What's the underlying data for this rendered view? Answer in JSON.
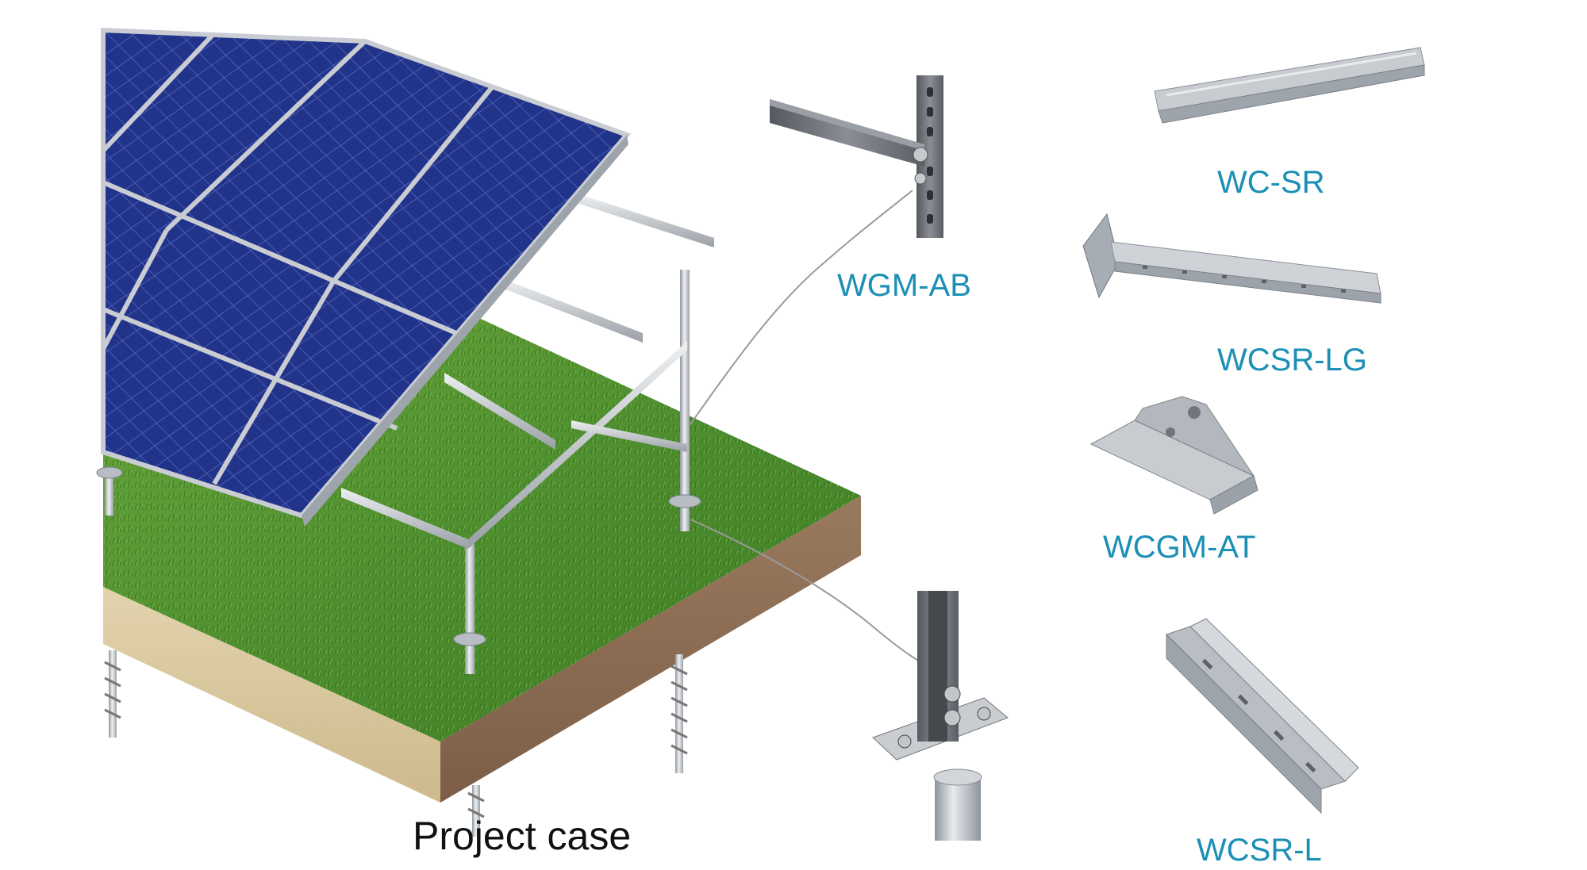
{
  "caption": "Project case",
  "parts": [
    {
      "id": "wgm-ab",
      "label": "WGM-AB"
    },
    {
      "id": "wc-sr",
      "label": "WC-SR"
    },
    {
      "id": "wcsr-lg",
      "label": "WCSR-LG"
    },
    {
      "id": "wcgm-at",
      "label": "WCGM-AT"
    },
    {
      "id": "wcsr-l",
      "label": "WCSR-L"
    }
  ],
  "colors": {
    "label_blue": "#1b8fb5",
    "panel_blue": "#1f2f7e",
    "grass_green": "#4f8f2f",
    "soil_front": "#d9c79e",
    "soil_side": "#8a6a52",
    "steel": "#c7ccd3"
  }
}
